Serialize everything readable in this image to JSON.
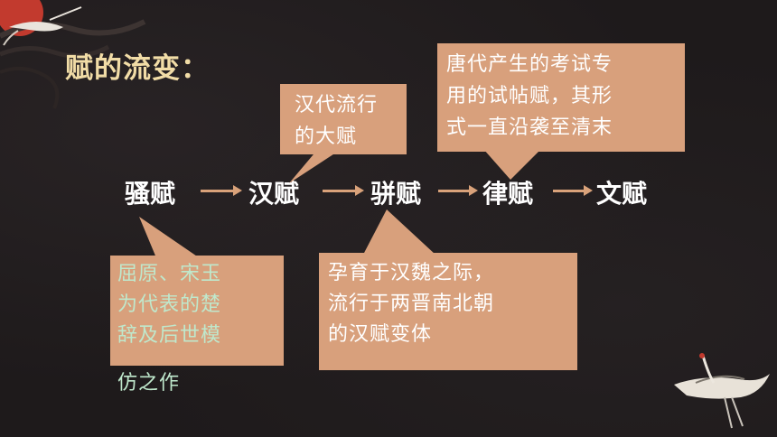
{
  "title": "赋的流变：",
  "chain": [
    "骚赋",
    "汉赋",
    "骈赋",
    "律赋",
    "文赋"
  ],
  "notes": {
    "han": [
      "汉代流行",
      "的大赋"
    ],
    "lv": [
      "唐代产生的考试专",
      "用的试帖赋，其形",
      "式一直沿袭至清末"
    ],
    "sao": [
      "屈原、宋玉",
      "为代表的楚",
      "辞及后世模",
      "仿之作"
    ],
    "pian": [
      "孕育于汉魏之际，",
      "流行于两晋南北朝",
      "的汉赋变体"
    ]
  },
  "colors": {
    "background": "#1e1a1b",
    "title": "#f1dca6",
    "bubble": "#d8a07c",
    "green_text": "#bfe8cc",
    "arrow": "#d9a27a"
  }
}
